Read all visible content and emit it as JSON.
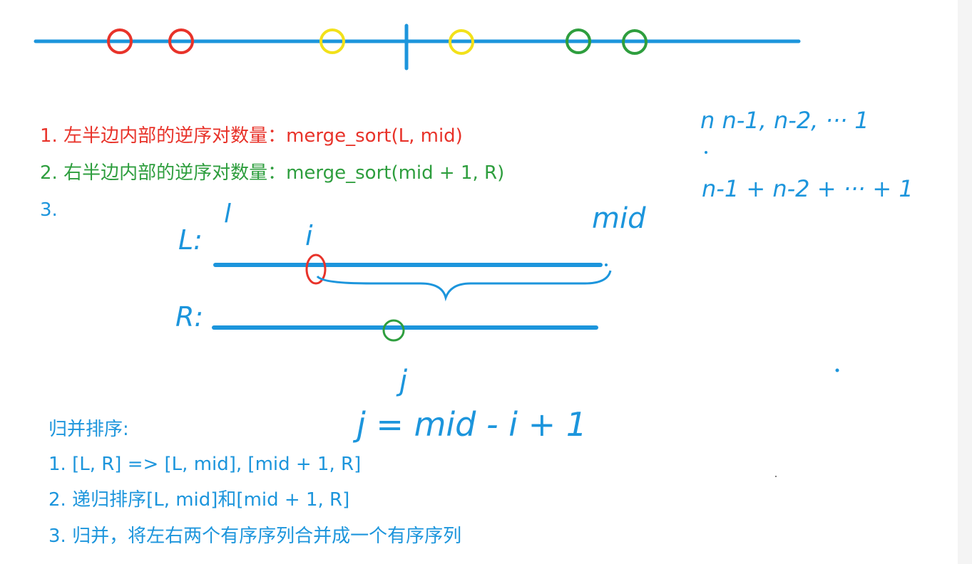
{
  "steps_counting": [
    {
      "text": "1. 左半边内部的逆序对数量：merge_sort(L, mid)",
      "color": "#e8332a"
    },
    {
      "text": "2. 右半边内部的逆序对数量：merge_sort(mid + 1, R)",
      "color": "#2e9e3e"
    },
    {
      "text": "3.",
      "color": "#1c95dc"
    }
  ],
  "merge_sort": {
    "title": "归并排序:",
    "steps": [
      "1. [L, R] => [L, mid], [mid + 1, R]",
      "2. 递归排序[L, mid]和[mid + 1, R]",
      "3. 归并，将左右两个有序序列合并成一个有序序列"
    ]
  },
  "handwriting": {
    "label_L": "L:",
    "label_R": "R:",
    "label_l": "l",
    "label_i": "i",
    "label_mid": "mid",
    "label_j": "j",
    "formula": "j = mid - i + 1",
    "series_1": "n  n-1, n-2, ··· 1",
    "series_2": "n-1 + n-2 + ··· + 1"
  },
  "colors": {
    "line": "#1c95dc",
    "red": "#e8332a",
    "yellow": "#f2e11a",
    "green": "#2e9e3e"
  },
  "top_axis_markers": [
    "red",
    "red",
    "yellow",
    "yellow",
    "green",
    "green"
  ]
}
